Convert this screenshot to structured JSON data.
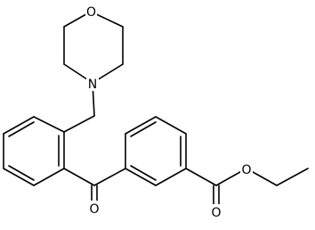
{
  "molecule": {
    "atom_labels": {
      "morpholine_oxygen": "O",
      "morpholine_nitrogen": "N",
      "ketone_oxygen": "O",
      "ester_carbonyl_oxygen": "O",
      "ester_ether_oxygen": "O"
    },
    "colors": {
      "bond": "#000000",
      "text": "#000000",
      "background": "#ffffff"
    }
  }
}
